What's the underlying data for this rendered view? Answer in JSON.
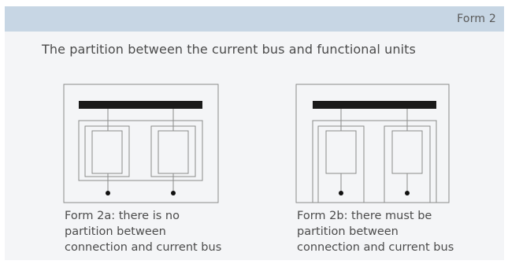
{
  "header": {
    "label": "Form 2"
  },
  "subtitle": "The partition between the current bus and functional units",
  "forms": [
    {
      "caption_lines": [
        "Form 2a: there is no",
        "partition between",
        "connection and current bus"
      ]
    },
    {
      "caption_lines": [
        "Form 2b: there must be",
        "partition between",
        "connection and current bus"
      ]
    }
  ]
}
